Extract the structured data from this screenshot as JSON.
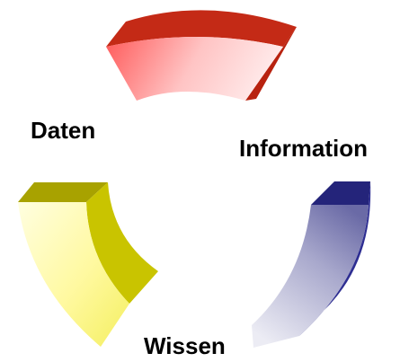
{
  "labels": {
    "daten": "Daten",
    "information": "Information",
    "wissen": "Wissen"
  },
  "colors": {
    "red_side": "#c42a16",
    "red_face_light": "#ffe9e9",
    "red_face_dark": "#ff5a5a",
    "blue_side": "#2a2a8a",
    "blue_face_light": "#e8e8f2",
    "blue_face_dark": "#6f6fa8",
    "yellow_side": "#b5b000",
    "yellow_face_light": "#fffcc8",
    "yellow_face_dark": "#e8e200"
  }
}
